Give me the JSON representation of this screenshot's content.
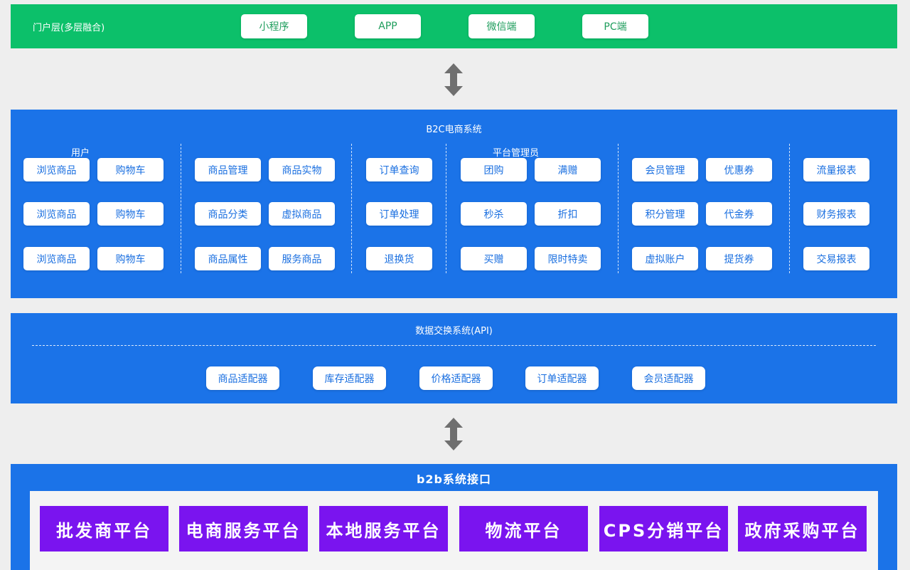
{
  "portal": {
    "label": "门户层(多层融合)",
    "items": [
      "小程序",
      "APP",
      "微信端",
      "PC端"
    ]
  },
  "b2c": {
    "title": "B2C电商系统",
    "user_label": "用户",
    "admin_label": "平台管理员",
    "user": {
      "col1": [
        "浏览商品",
        "浏览商品",
        "浏览商品"
      ],
      "col2": [
        "购物车",
        "购物车",
        "购物车"
      ]
    },
    "goods": {
      "col1": [
        "商品管理",
        "商品分类",
        "商品属性"
      ],
      "col2": [
        "商品实物",
        "虚拟商品",
        "服务商品"
      ]
    },
    "orders": [
      "订单查询",
      "订单处理",
      "退换货"
    ],
    "promo": {
      "col1": [
        "团购",
        "秒杀",
        "买赠"
      ],
      "col2": [
        "满赠",
        "折扣",
        "限时特卖"
      ]
    },
    "member": {
      "col1": [
        "会员管理",
        "积分管理",
        "虚拟账户"
      ],
      "col2": [
        "优惠券",
        "代金券",
        "提货券"
      ]
    },
    "reports": [
      "流量报表",
      "财务报表",
      "交易报表"
    ]
  },
  "api": {
    "title": "数据交换系统(API)",
    "adapters": [
      "商品适配器",
      "库存适配器",
      "价格适配器",
      "订单适配器",
      "会员适配器"
    ]
  },
  "b2b": {
    "title": "b2b系统接口",
    "platforms": [
      "批发商平台",
      "电商服务平台",
      "本地服务平台",
      "物流平台",
      "CPS分销平台",
      "政府采购平台"
    ]
  },
  "colors": {
    "portal_bg": "#0cc06a",
    "system_bg": "#1b73e8",
    "platform_bg": "#7a14ef",
    "page_bg": "#eeeeee"
  }
}
